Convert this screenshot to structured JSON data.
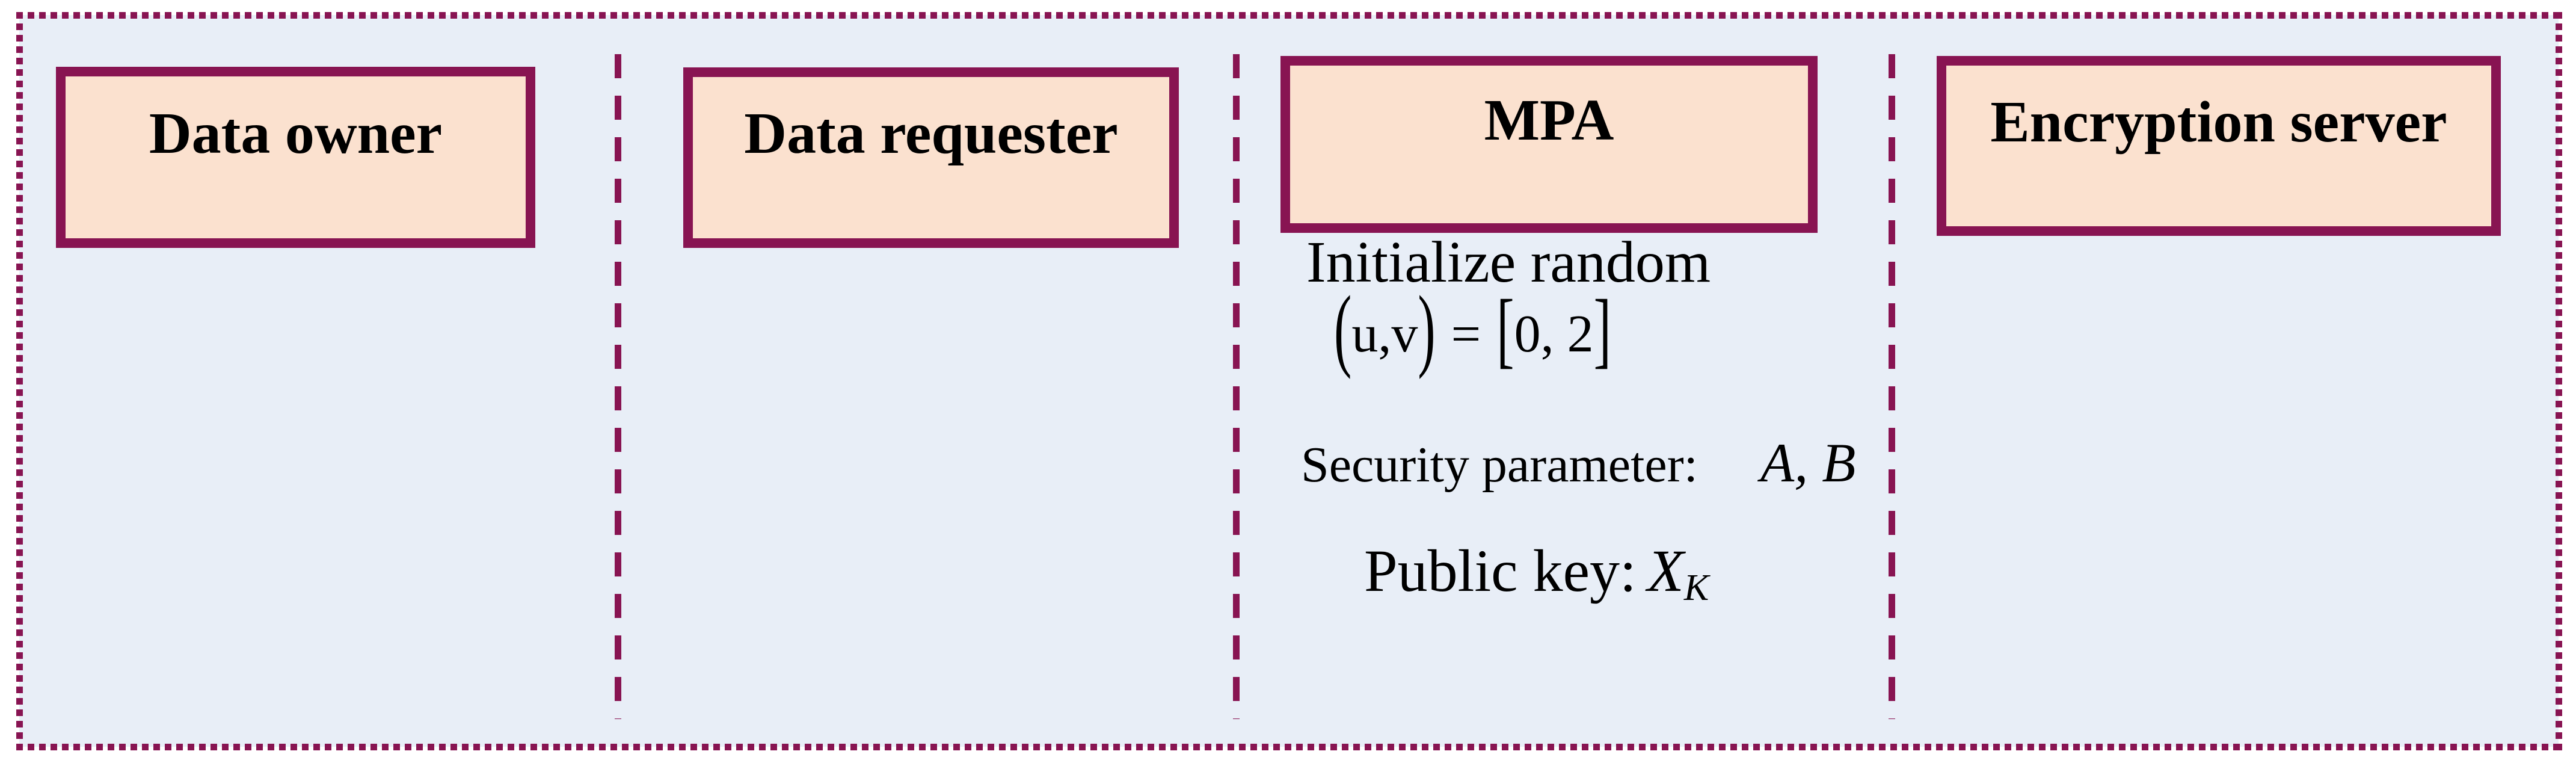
{
  "diagram": {
    "background_color": "#e8eef7",
    "accent_color": "#881452",
    "box_fill_color": "#fbe1cf",
    "text_color": "#000000",
    "actors": [
      {
        "label": "Data owner"
      },
      {
        "label": "Data requester"
      },
      {
        "label": "MPA"
      },
      {
        "label": "Encryption server"
      }
    ],
    "mpa_annotations": {
      "init_line": "Initialize random",
      "formula": {
        "lparen": "(",
        "pair": "u,v",
        "rparen": ")",
        "equals": "=",
        "lbracket": "[",
        "range": "0, 2",
        "rbracket": "]"
      },
      "security_label": "Security parameter:",
      "security_value": "A, B",
      "pubkey_label": "Public key:",
      "pubkey_var": "X",
      "pubkey_sub": "K"
    }
  }
}
